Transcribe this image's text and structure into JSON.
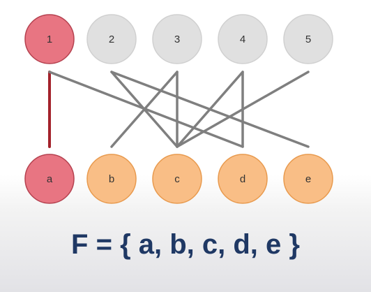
{
  "colors": {
    "top_default_fill": "#e0e0e0",
    "top_default_stroke": "#d0d0d0",
    "top_selected_fill": "#e87582",
    "top_selected_stroke": "#b5414f",
    "bottom_default_fill": "#f9be86",
    "bottom_default_stroke": "#e89a4e",
    "bottom_selected_fill": "#e87582",
    "bottom_selected_stroke": "#b5414f",
    "edge": "#7f7f7f",
    "edge_selected": "#a3222b",
    "formula": "#1f3864"
  },
  "top_nodes": [
    {
      "label": "1",
      "selected": true
    },
    {
      "label": "2",
      "selected": false
    },
    {
      "label": "3",
      "selected": false
    },
    {
      "label": "4",
      "selected": false
    },
    {
      "label": "5",
      "selected": false
    }
  ],
  "bottom_nodes": [
    {
      "label": "a",
      "selected": true
    },
    {
      "label": "b",
      "selected": false
    },
    {
      "label": "c",
      "selected": false
    },
    {
      "label": "d",
      "selected": false
    },
    {
      "label": "e",
      "selected": false
    }
  ],
  "edges": [
    {
      "from": "1",
      "to": "a",
      "selected": true
    },
    {
      "from": "1",
      "to": "d",
      "selected": false
    },
    {
      "from": "2",
      "to": "c",
      "selected": false
    },
    {
      "from": "2",
      "to": "e",
      "selected": false
    },
    {
      "from": "3",
      "to": "b",
      "selected": false
    },
    {
      "from": "3",
      "to": "c",
      "selected": false
    },
    {
      "from": "4",
      "to": "c",
      "selected": false
    },
    {
      "from": "4",
      "to": "d",
      "selected": false
    },
    {
      "from": "5",
      "to": "c",
      "selected": false
    }
  ],
  "formula": "F = { a, b, c, d, e }"
}
